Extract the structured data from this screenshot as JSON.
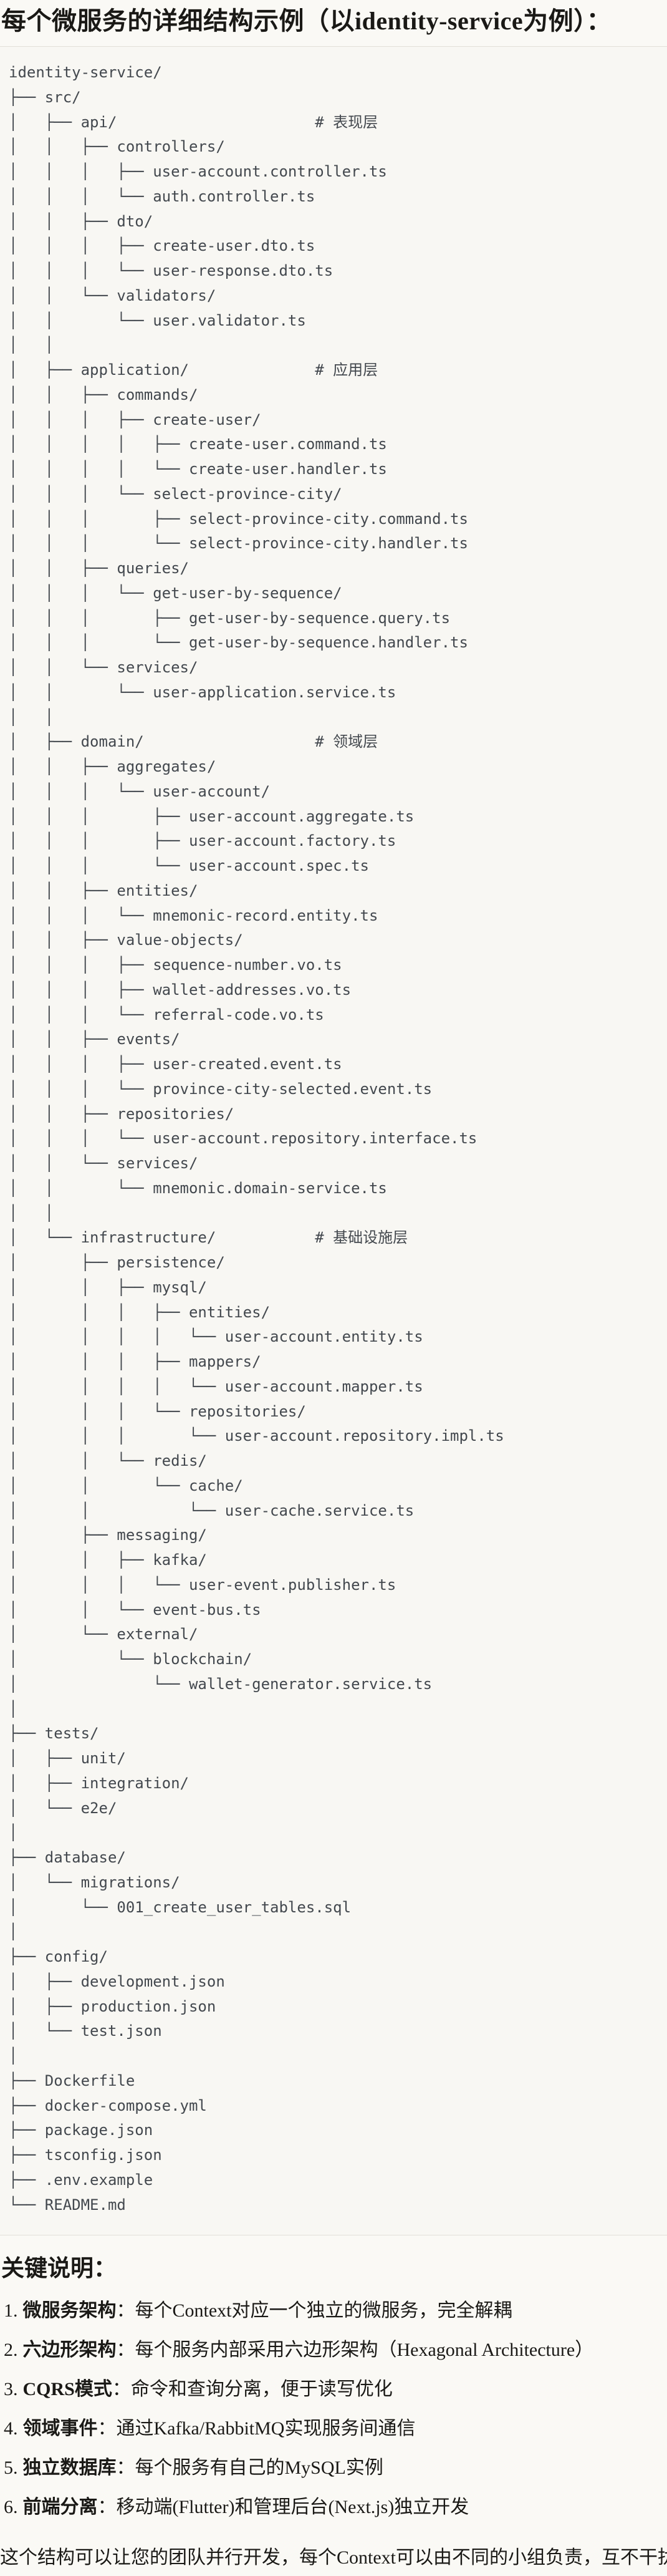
{
  "title": "每个微服务的详细结构示例（以identity-service为例）：",
  "tree": {
    "lines": [
      "identity-service/",
      "├── src/",
      "│   ├── api/                      # 表现层",
      "│   │   ├── controllers/",
      "│   │   │   ├── user-account.controller.ts",
      "│   │   │   └── auth.controller.ts",
      "│   │   ├── dto/",
      "│   │   │   ├── create-user.dto.ts",
      "│   │   │   └── user-response.dto.ts",
      "│   │   └── validators/",
      "│   │       └── user.validator.ts",
      "│   │",
      "│   ├── application/              # 应用层",
      "│   │   ├── commands/",
      "│   │   │   ├── create-user/",
      "│   │   │   │   ├── create-user.command.ts",
      "│   │   │   │   └── create-user.handler.ts",
      "│   │   │   └── select-province-city/",
      "│   │   │       ├── select-province-city.command.ts",
      "│   │   │       └── select-province-city.handler.ts",
      "│   │   ├── queries/",
      "│   │   │   └── get-user-by-sequence/",
      "│   │   │       ├── get-user-by-sequence.query.ts",
      "│   │   │       └── get-user-by-sequence.handler.ts",
      "│   │   └── services/",
      "│   │       └── user-application.service.ts",
      "│   │",
      "│   ├── domain/                   # 领域层",
      "│   │   ├── aggregates/",
      "│   │   │   └── user-account/",
      "│   │   │       ├── user-account.aggregate.ts",
      "│   │   │       ├── user-account.factory.ts",
      "│   │   │       └── user-account.spec.ts",
      "│   │   ├── entities/",
      "│   │   │   └── mnemonic-record.entity.ts",
      "│   │   ├── value-objects/",
      "│   │   │   ├── sequence-number.vo.ts",
      "│   │   │   ├── wallet-addresses.vo.ts",
      "│   │   │   └── referral-code.vo.ts",
      "│   │   ├── events/",
      "│   │   │   ├── user-created.event.ts",
      "│   │   │   └── province-city-selected.event.ts",
      "│   │   ├── repositories/",
      "│   │   │   └── user-account.repository.interface.ts",
      "│   │   └── services/",
      "│   │       └── mnemonic.domain-service.ts",
      "│   │",
      "│   └── infrastructure/           # 基础设施层",
      "│       ├── persistence/",
      "│       │   ├── mysql/",
      "│       │   │   ├── entities/",
      "│       │   │   │   └── user-account.entity.ts",
      "│       │   │   ├── mappers/",
      "│       │   │   │   └── user-account.mapper.ts",
      "│       │   │   └── repositories/",
      "│       │   │       └── user-account.repository.impl.ts",
      "│       │   └── redis/",
      "│       │       └── cache/",
      "│       │           └── user-cache.service.ts",
      "│       ├── messaging/",
      "│       │   ├── kafka/",
      "│       │   │   └── user-event.publisher.ts",
      "│       │   └── event-bus.ts",
      "│       └── external/",
      "│           └── blockchain/",
      "│               └── wallet-generator.service.ts",
      "│",
      "├── tests/",
      "│   ├── unit/",
      "│   ├── integration/",
      "│   └── e2e/",
      "│",
      "├── database/",
      "│   └── migrations/",
      "│       └── 001_create_user_tables.sql",
      "│",
      "├── config/",
      "│   ├── development.json",
      "│   ├── production.json",
      "│   └── test.json",
      "│",
      "├── Dockerfile",
      "├── docker-compose.yml",
      "├── package.json",
      "├── tsconfig.json",
      "├── .env.example",
      "└── README.md"
    ]
  },
  "notes": {
    "heading": "关键说明：",
    "items": [
      {
        "num": "1.",
        "term": "微服务架构",
        "desc": "：每个Context对应一个独立的微服务，完全解耦"
      },
      {
        "num": "2.",
        "term": "六边形架构",
        "desc": "：每个服务内部采用六边形架构（Hexagonal Architecture）"
      },
      {
        "num": "3.",
        "term": "CQRS模式",
        "desc": "：命令和查询分离，便于读写优化"
      },
      {
        "num": "4.",
        "term": "领域事件",
        "desc": "：通过Kafka/RabbitMQ实现服务间通信"
      },
      {
        "num": "5.",
        "term": "独立数据库",
        "desc": "：每个服务有自己的MySQL实例"
      },
      {
        "num": "6.",
        "term": "前端分离",
        "desc": "：移动端(Flutter)和管理后台(Next.js)独立开发"
      }
    ]
  },
  "summary": "这个结构可以让您的团队并行开发，每个Context可以由不同的小组负责，互不干扰。"
}
